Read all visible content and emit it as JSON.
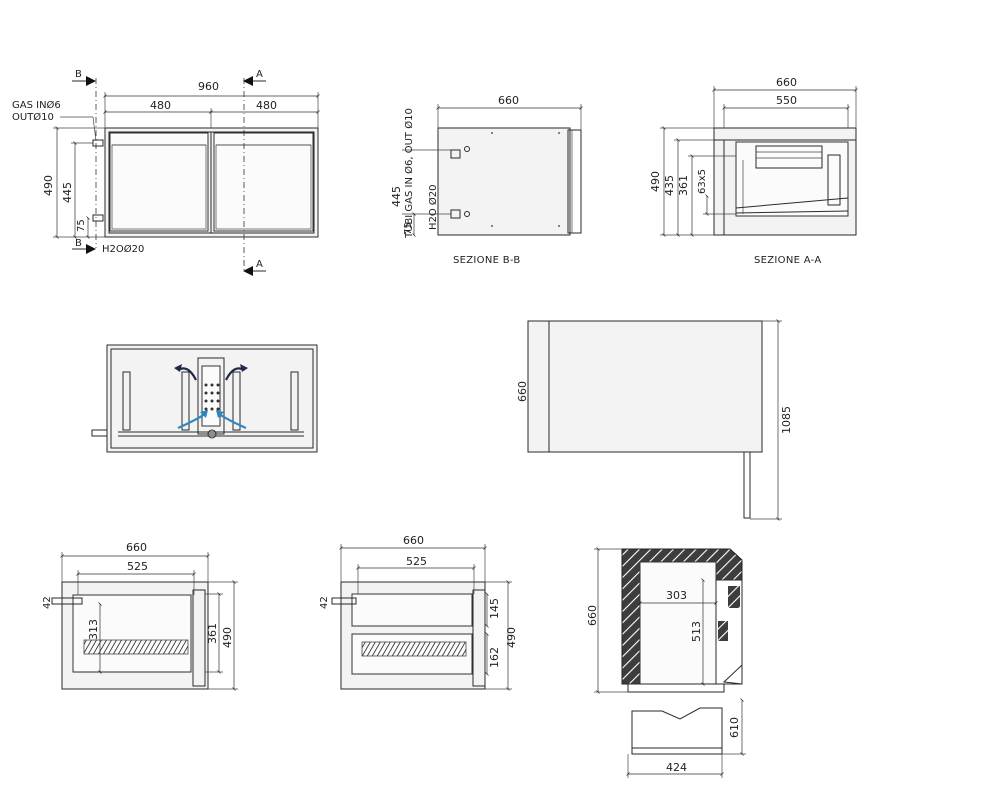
{
  "view_top": {
    "dim_total": "960",
    "dim_half_left": "480",
    "dim_half_right": "480",
    "dim_height": "490",
    "dim_445": "445",
    "dim_75": "75",
    "gas_in": "GAS INØ6",
    "gas_out": "OUTØ10",
    "h2o": "H2OØ20",
    "section_b": "B",
    "section_a": "A"
  },
  "view_bb": {
    "dim_width": "660",
    "dim_445": "445",
    "dim_75": "75",
    "tubi_label": "TUBI GAS IN Ø6, OUT Ø10",
    "h2o_label": "H2O Ø20",
    "caption": "SEZIONE B-B"
  },
  "view_aa": {
    "dim_660": "660",
    "dim_550": "550",
    "dim_490": "490",
    "dim_435": "435",
    "dim_361": "361",
    "dim_63x5": "63x5",
    "caption": "SEZIONE A-A"
  },
  "view_side": {
    "dim_660": "660",
    "dim_1085": "1085"
  },
  "view_c1": {
    "dim_660": "660",
    "dim_525": "525",
    "dim_42": "42",
    "dim_313": "313",
    "dim_361": "361",
    "dim_490": "490"
  },
  "view_c2": {
    "dim_660": "660",
    "dim_525": "525",
    "dim_42": "42",
    "dim_145": "145",
    "dim_162": "162",
    "dim_490": "490"
  },
  "view_c3": {
    "dim_660": "660",
    "dim_303": "303",
    "dim_513": "513",
    "dim_610": "610",
    "dim_424": "424"
  },
  "colors": {
    "line": "#2a2a2a",
    "insulation": "#3d3d3d",
    "airflow_blue": "#2e86c1",
    "airflow_dark": "#1f2a44"
  }
}
